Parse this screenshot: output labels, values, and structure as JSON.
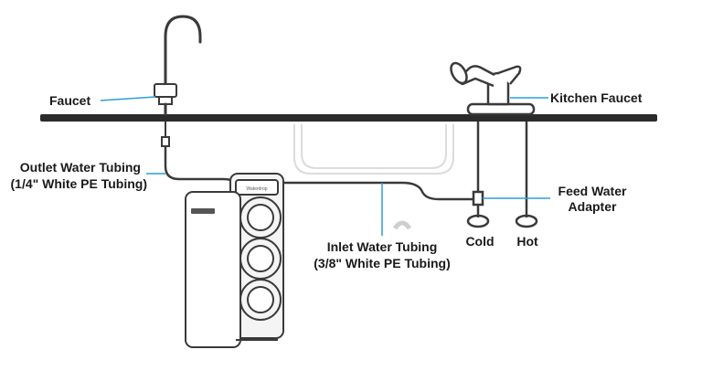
{
  "labels": {
    "faucet": "Faucet",
    "kitchen_faucet": "Kitchen Faucet",
    "outlet_line1": "Outlet Water Tubing",
    "outlet_line2": "(1/4\" White PE Tubing)",
    "feed_line1": "Feed Water",
    "feed_line2": "Adapter",
    "inlet_line1": "Inlet Water Tubing",
    "inlet_line2": "(3/8\" White PE Tubing)",
    "cold": "Cold",
    "hot": "Hot"
  },
  "colors": {
    "leader": "#2a9fd6",
    "outline": "#3a3a3a",
    "counter": "#2b2b2b",
    "unit_fill": "#f4f4f4"
  }
}
